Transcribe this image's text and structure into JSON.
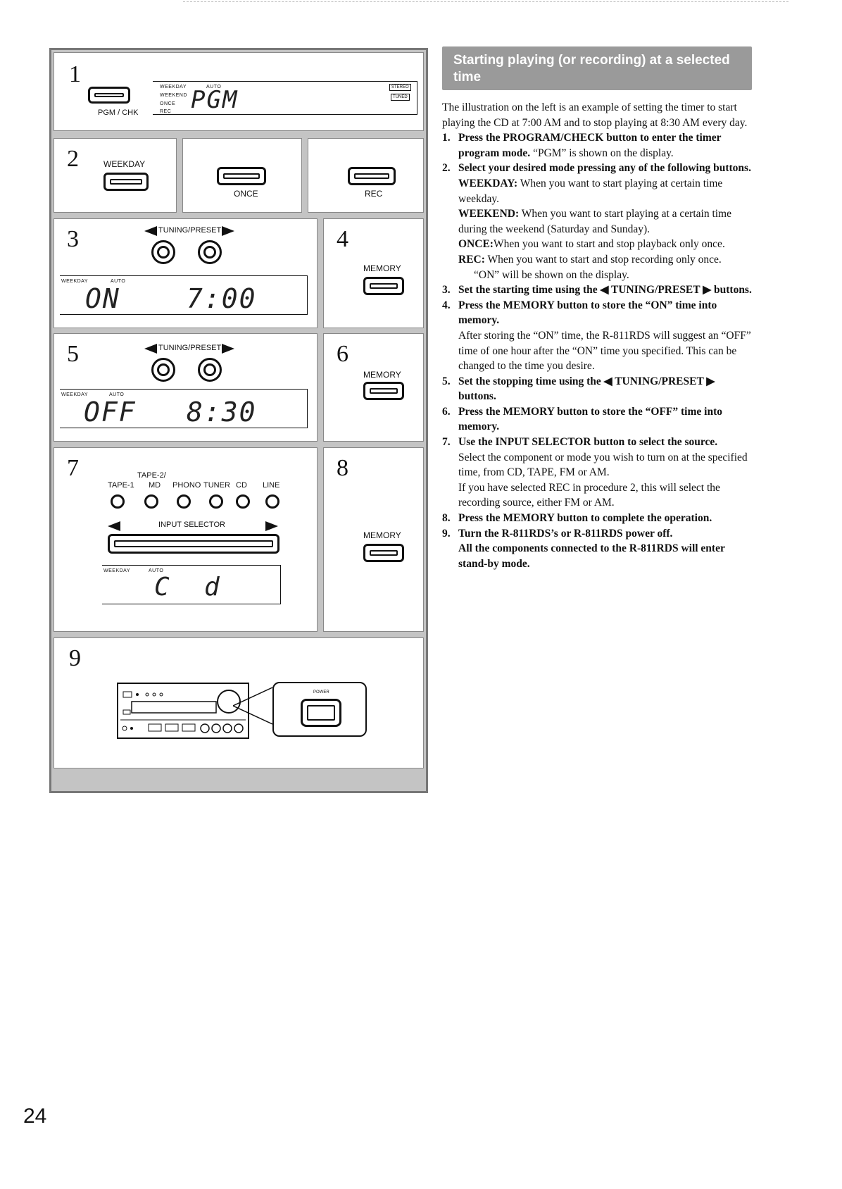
{
  "heading": "Starting playing (or recording) at a selected time",
  "intro": "The illustration on the left is an example of setting the timer to start playing the CD at 7:00 AM and to stop playing at 8:30 AM every day.",
  "steps": [
    {
      "n": "1.",
      "bold": "Press the PROGRAM/CHECK button to enter the timer program mode.",
      "normal": " “PGM” is shown on the display."
    },
    {
      "n": "2.",
      "bold": "Select your desired mode pressing any of the following buttons.",
      "normal": ""
    },
    {
      "n": "3.",
      "bold": "Set the starting time using the ◀ TUNING/PRESET ▶ buttons.",
      "normal": ""
    },
    {
      "n": "4.",
      "bold": "Press the MEMORY button to store the “ON” time into memory.",
      "normal": ""
    },
    {
      "n": "5.",
      "bold": "Set the stopping time using the ◀ TUNING/PRESET ▶ buttons.",
      "normal": ""
    },
    {
      "n": "6.",
      "bold": "Press the MEMORY button to store the “OFF” time into memory.",
      "normal": ""
    },
    {
      "n": "7.",
      "bold": "Use the INPUT SELECTOR button to select the source.",
      "normal": ""
    },
    {
      "n": "8.",
      "bold": "Press the MEMORY button to complete the operation.",
      "normal": ""
    },
    {
      "n": "9.",
      "bold": "Turn the R-811RDS’s or R-811RDS power off.",
      "normal": ""
    }
  ],
  "modes": [
    {
      "term": "WEEKDAY:",
      "desc": " When you want to start playing at certain time weekday."
    },
    {
      "term": "WEEKEND:",
      "desc": " When you want to start playing at a certain time during the weekend (Saturday and Sunday)."
    },
    {
      "term": "ONCE:",
      "desc": "When you want to start and stop playback only once."
    },
    {
      "term": "REC:",
      "desc": " When you want to start and stop recording only once."
    }
  ],
  "on_note": "“ON” will be shown on the display.",
  "step4_note": "After storing the “ON” time, the R-811RDS will suggest an “OFF” time of one hour after the “ON” time you specified. This can be changed to the time you desire.",
  "step7_note1": "Select the component or mode you wish to turn on at the specified time, from CD, TAPE, FM or AM.",
  "step7_note2": "If you have selected REC in procedure 2, this will select the recording source, either FM or AM.",
  "step9_note": "All the components connected to the R-811RDS will enter stand-by mode.",
  "page_number": "24",
  "figure": {
    "panel_numbers": [
      "1",
      "2",
      "3",
      "4",
      "5",
      "6",
      "7",
      "8",
      "9"
    ],
    "pgm_chk": "PGM / CHK",
    "weekday": "WEEKDAY",
    "once": "ONCE",
    "rec": "REC",
    "memory": "MEMORY",
    "tuning_preset": "TUNING/PRESET",
    "input_selector": "INPUT SELECTOR",
    "tape1": "TAPE-1",
    "tape2": "TAPE-2/",
    "md": "MD",
    "phono": "PHONO",
    "tuner": "TUNER",
    "cd": "CD",
    "line": "LINE",
    "power": "POWER",
    "lcd_weekday": "WEEKDAY",
    "lcd_weekend": "WEEKEND",
    "lcd_once": "ONCE",
    "lcd_rec": "REC",
    "lcd_auto": "AUTO",
    "lcd_stereo": "STEREO",
    "lcd_tuned": "TUNED",
    "disp_pgm": "PGM",
    "disp_on": "ON",
    "disp_700": "7:00",
    "disp_off": "OFF",
    "disp_830": "8:30",
    "disp_cd": "C  d"
  }
}
